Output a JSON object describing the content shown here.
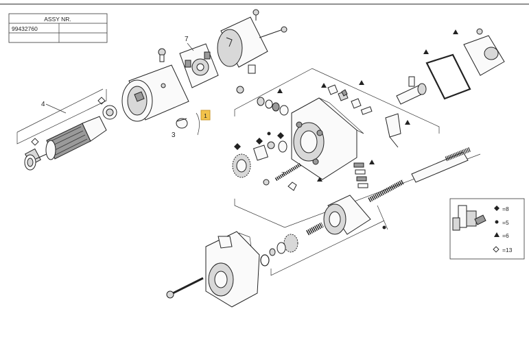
{
  "assy_table": {
    "header": "ASSY NR.",
    "number": "99432760"
  },
  "part_labels": {
    "armature": "4",
    "brush_holder": "7",
    "clip": "3",
    "bolt_small": "7"
  },
  "highlight_callout": {
    "label": "1",
    "color": "#f2c24a"
  },
  "legend": {
    "items": [
      {
        "symbol": "diamond-filled",
        "text": "=8"
      },
      {
        "symbol": "dot",
        "text": "=5"
      },
      {
        "symbol": "triangle",
        "text": "=6"
      },
      {
        "symbol": "diamond-open",
        "text": "=13"
      }
    ]
  }
}
